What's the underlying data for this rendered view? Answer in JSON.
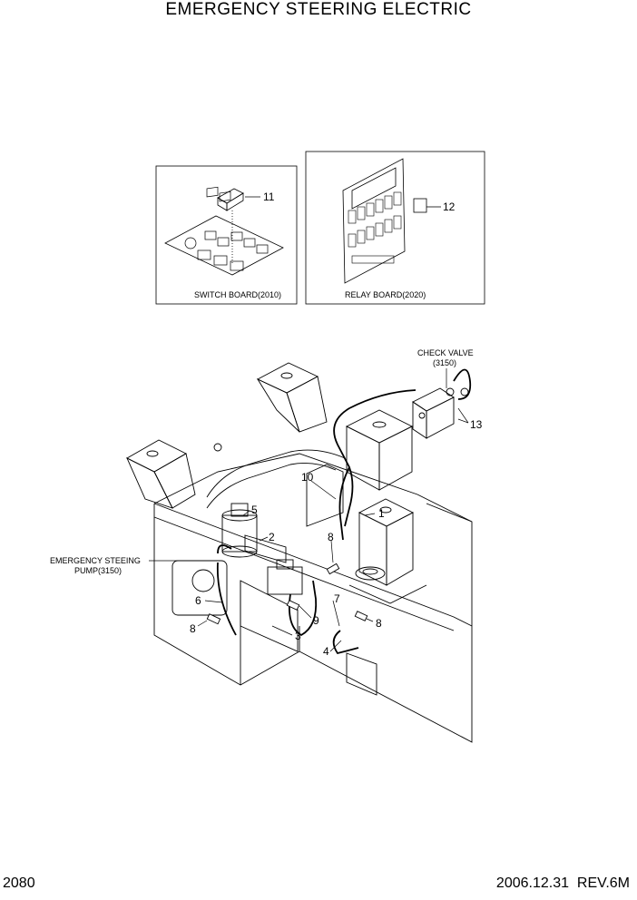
{
  "title": "EMERGENCY STEERING ELECTRIC",
  "inset_switch": {
    "caption": "SWITCH BOARD(2010)",
    "part": "11"
  },
  "inset_relay": {
    "caption": "RELAY BOARD(2020)",
    "part": "12"
  },
  "labels": {
    "check_valve": "CHECK VALVE",
    "check_valve_code": "(3150)",
    "pump_line1": "EMERGENCY STEEING",
    "pump_line2": "PUMP(3150)"
  },
  "callouts": {
    "c1": "1",
    "c2": "2",
    "c3": "3",
    "c4": "4",
    "c5": "5",
    "c6": "6",
    "c7": "7",
    "c8a": "8",
    "c8b": "8",
    "c8c": "8",
    "c9": "9",
    "c10": "10",
    "c13": "13"
  },
  "footer": {
    "page": "2080",
    "revision": "2006.12.31  REV.6M"
  }
}
